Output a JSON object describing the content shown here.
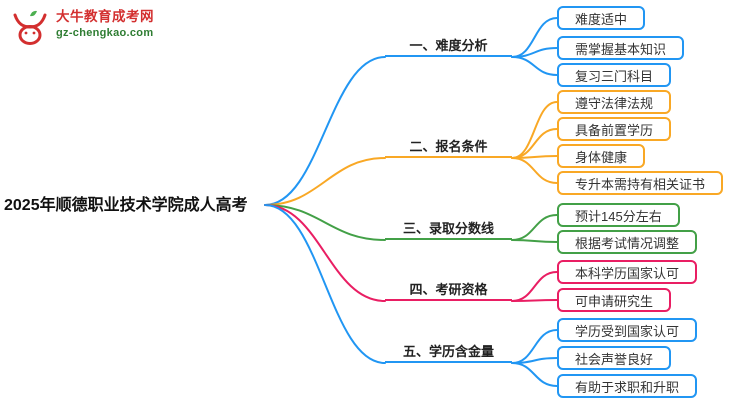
{
  "logo": {
    "title": "大牛教育成考网",
    "url": "gz-chengkao.com",
    "title_color": "#d32f2f",
    "url_color": "#2e7d32"
  },
  "root": {
    "label": "2025年顺德职业技术学院成人高考"
  },
  "branches": [
    {
      "label": "一、难度分析",
      "color": "#2196f3",
      "children": [
        "难度适中",
        "需掌握基本知识",
        "复习三门科目"
      ]
    },
    {
      "label": "二、报名条件",
      "color": "#f9a825",
      "children": [
        "遵守法律法规",
        "具备前置学历",
        "身体健康",
        "专升本需持有相关证书"
      ]
    },
    {
      "label": "三、录取分数线",
      "color": "#43a047",
      "children": [
        "预计145分左右",
        "根据考试情况调整"
      ]
    },
    {
      "label": "四、考研资格",
      "color": "#e91e63",
      "children": [
        "本科学历国家认可",
        "可申请研究生"
      ]
    },
    {
      "label": "五、学历含金量",
      "color": "#2196f3",
      "children": [
        "学历受到国家认可",
        "社会声誉良好",
        "有助于求职和升职"
      ]
    }
  ]
}
